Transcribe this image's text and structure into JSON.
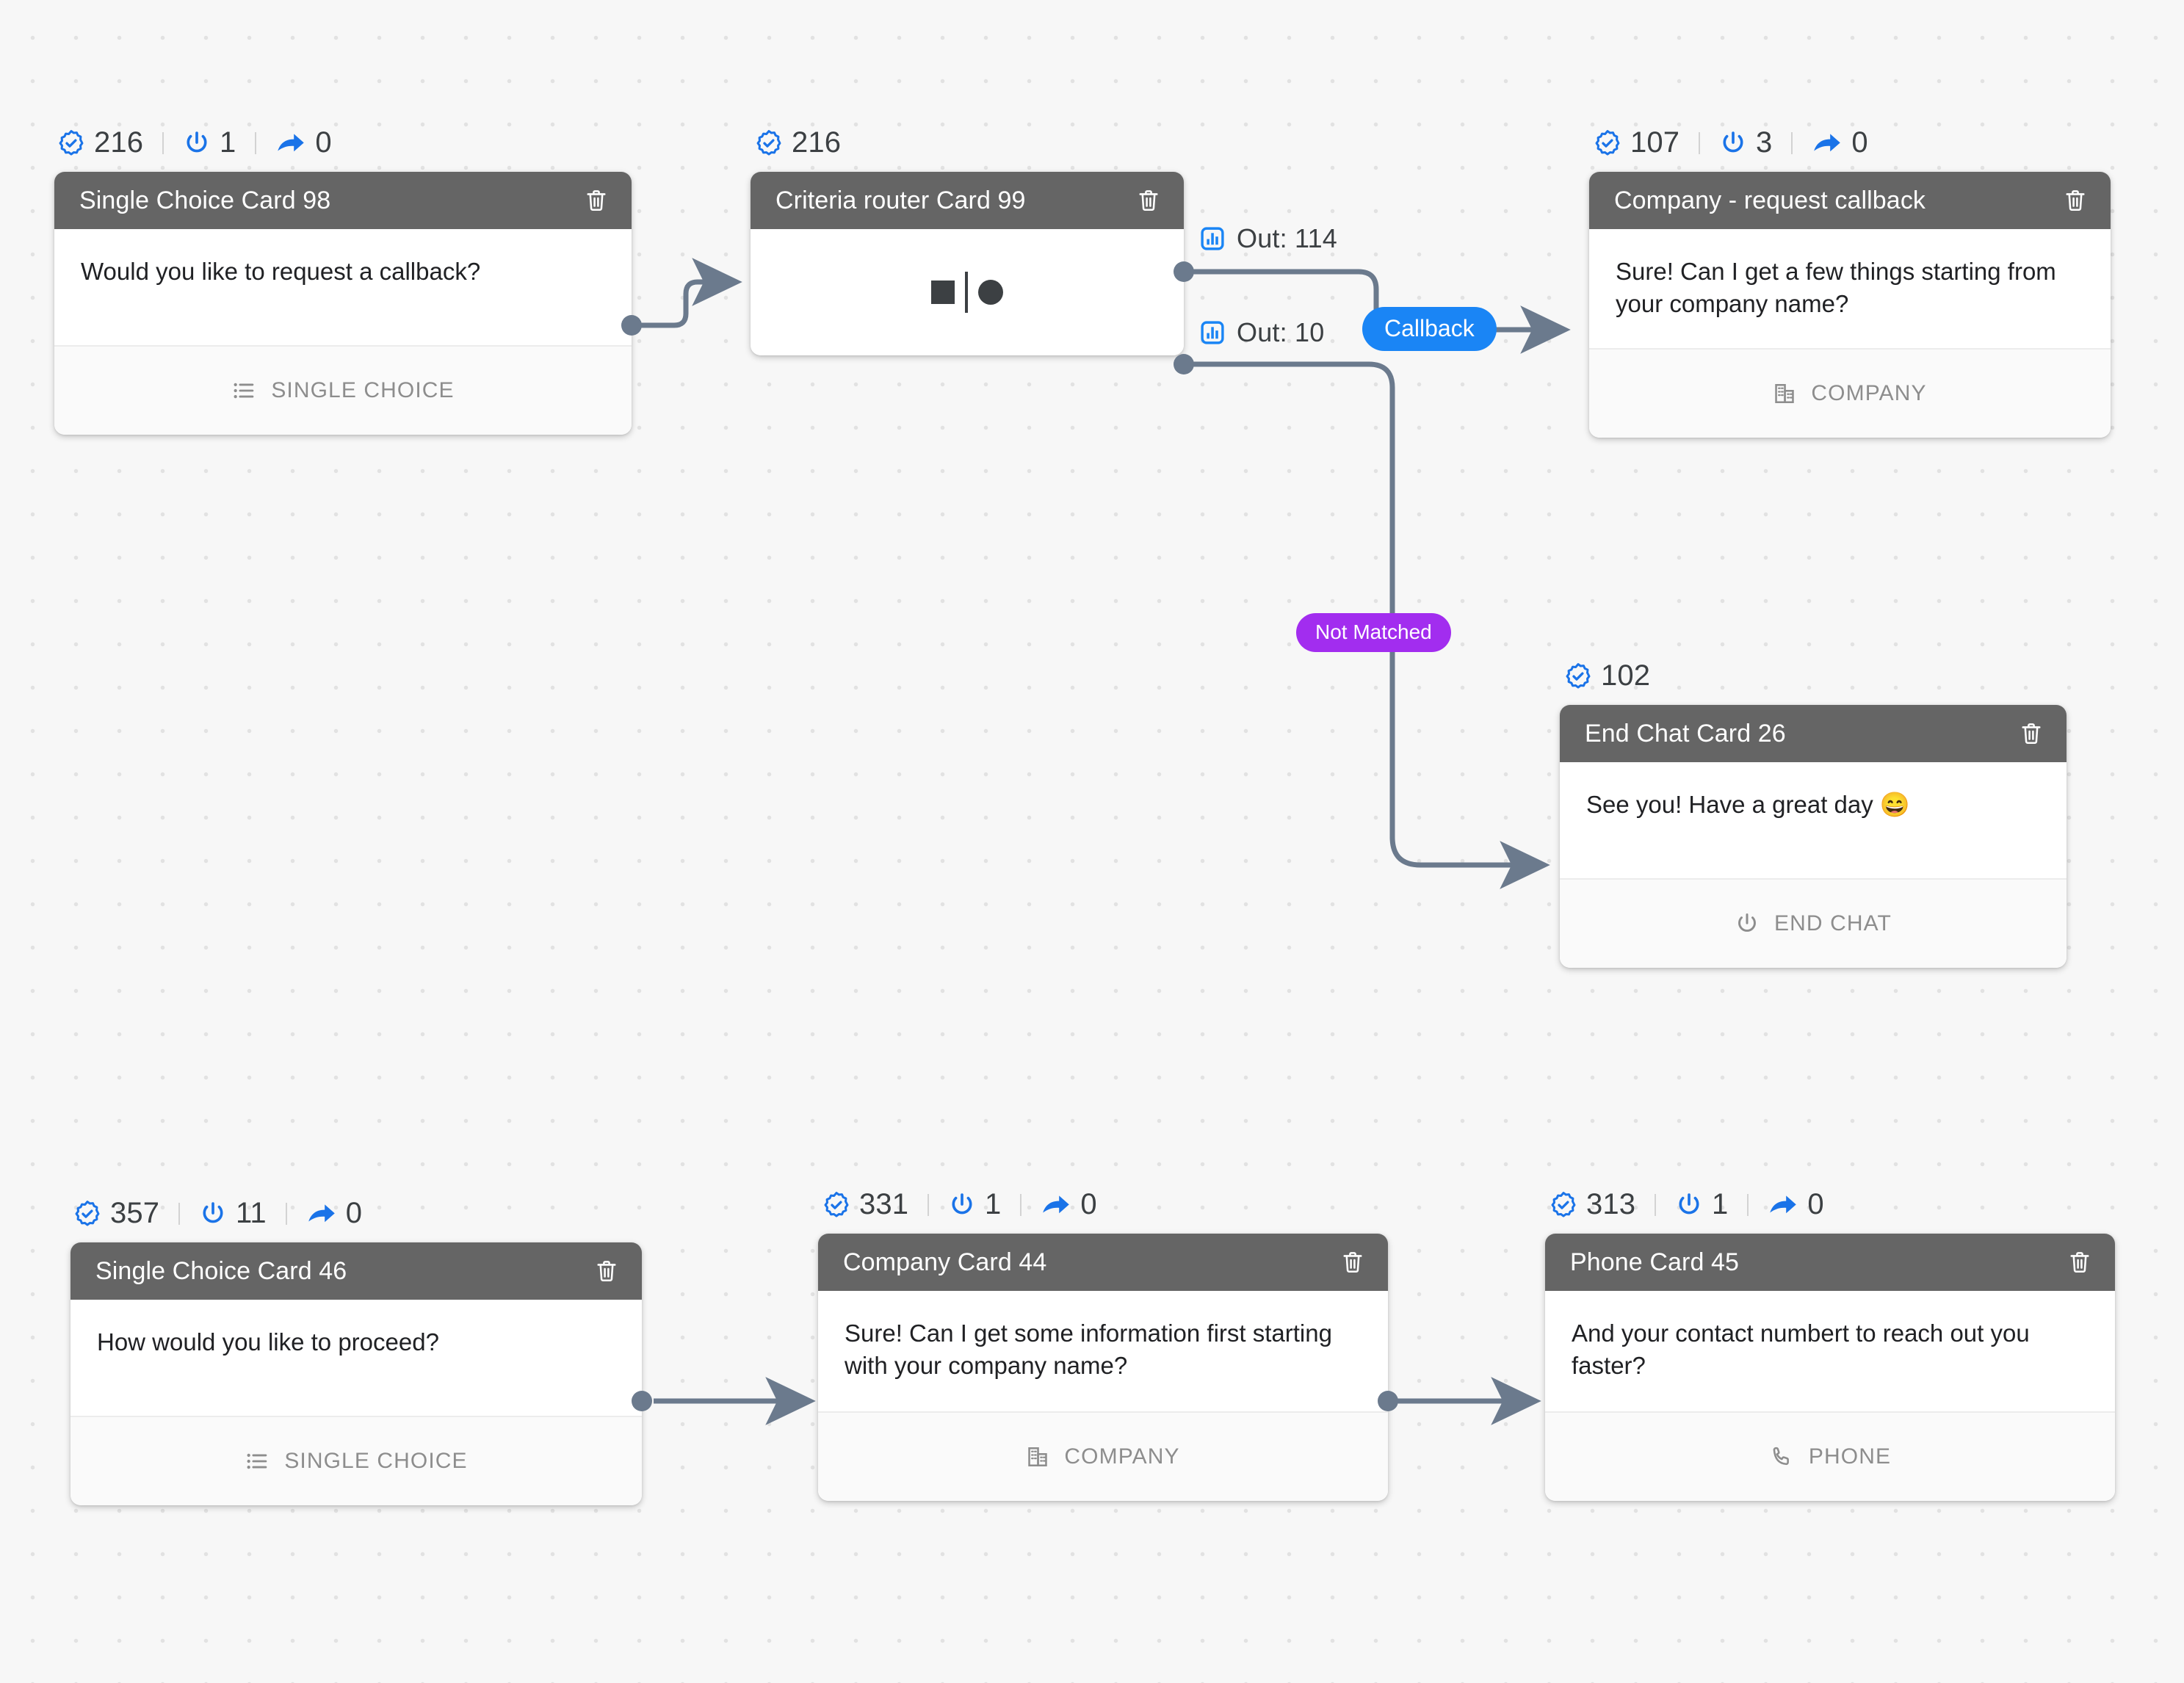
{
  "canvas": {
    "background_color": "#f7f7f7",
    "grid_dot_color": "#e2e2e2",
    "edge_color": "#6b7a8d",
    "card_header_color": "#656565",
    "accent_blue": "#1a85f5",
    "accent_purple": "#a22def"
  },
  "cards": [
    {
      "id": "single-choice-98",
      "title": "Single Choice Card 98",
      "body": "Would you like to request a callback?",
      "footer_label": "SINGLE CHOICE",
      "footer_icon": "list-icon",
      "delete_icon": "trash-icon",
      "stats": {
        "verified_icon": "verified-badge-icon",
        "verified_count": "216",
        "power_icon": "power-icon",
        "power_count": "1",
        "share_icon": "share-arrow-icon",
        "share_count": "0"
      }
    },
    {
      "id": "criteria-router-99",
      "title": "Criteria router Card 99",
      "body": "",
      "footer_label": "",
      "footer_icon": "router-split-icon",
      "delete_icon": "trash-icon",
      "stats": {
        "verified_icon": "verified-badge-icon",
        "verified_count": "216",
        "power_icon": "",
        "power_count": "",
        "share_icon": "",
        "share_count": ""
      }
    },
    {
      "id": "company-request-callback",
      "title": "Company - request callback",
      "body": "Sure! Can I get a few things starting from your company name?",
      "footer_label": "COMPANY",
      "footer_icon": "building-icon",
      "delete_icon": "trash-icon",
      "stats": {
        "verified_icon": "verified-badge-icon",
        "verified_count": "107",
        "power_icon": "power-icon",
        "power_count": "3",
        "share_icon": "share-arrow-icon",
        "share_count": "0"
      }
    },
    {
      "id": "end-chat-26",
      "title": "End Chat Card 26",
      "body": "See you! Have a great day 😄",
      "footer_label": "END CHAT",
      "footer_icon": "power-icon",
      "delete_icon": "trash-icon",
      "stats": {
        "verified_icon": "verified-badge-icon",
        "verified_count": "102",
        "power_icon": "",
        "power_count": "",
        "share_icon": "",
        "share_count": ""
      }
    },
    {
      "id": "single-choice-46",
      "title": "Single Choice Card 46",
      "body": "How would you like to proceed?",
      "footer_label": "SINGLE CHOICE",
      "footer_icon": "list-icon",
      "delete_icon": "trash-icon",
      "stats": {
        "verified_icon": "verified-badge-icon",
        "verified_count": "357",
        "power_icon": "power-icon",
        "power_count": "11",
        "share_icon": "share-arrow-icon",
        "share_count": "0"
      }
    },
    {
      "id": "company-44",
      "title": "Company Card 44",
      "body": "Sure! Can I get some information first starting with your company name?",
      "footer_label": "COMPANY",
      "footer_icon": "building-icon",
      "delete_icon": "trash-icon",
      "stats": {
        "verified_icon": "verified-badge-icon",
        "verified_count": "331",
        "power_icon": "power-icon",
        "power_count": "1",
        "share_icon": "share-arrow-icon",
        "share_count": "0"
      }
    },
    {
      "id": "phone-45",
      "title": "Phone Card 45",
      "body": "And your contact numbert to reach out you faster?",
      "footer_label": "PHONE",
      "footer_icon": "phone-icon",
      "delete_icon": "trash-icon",
      "stats": {
        "verified_icon": "verified-badge-icon",
        "verified_count": "313",
        "power_icon": "power-icon",
        "power_count": "1",
        "share_icon": "share-arrow-icon",
        "share_count": "0"
      }
    }
  ],
  "router_outputs": [
    {
      "icon": "bar-chart-icon",
      "label": "Out: 114"
    },
    {
      "icon": "bar-chart-icon",
      "label": "Out: 10"
    }
  ],
  "edge_badges": [
    {
      "id": "callback",
      "label": "Callback",
      "color": "#1a85f5"
    },
    {
      "id": "not-matched",
      "label": "Not Matched",
      "color": "#a22def"
    }
  ]
}
